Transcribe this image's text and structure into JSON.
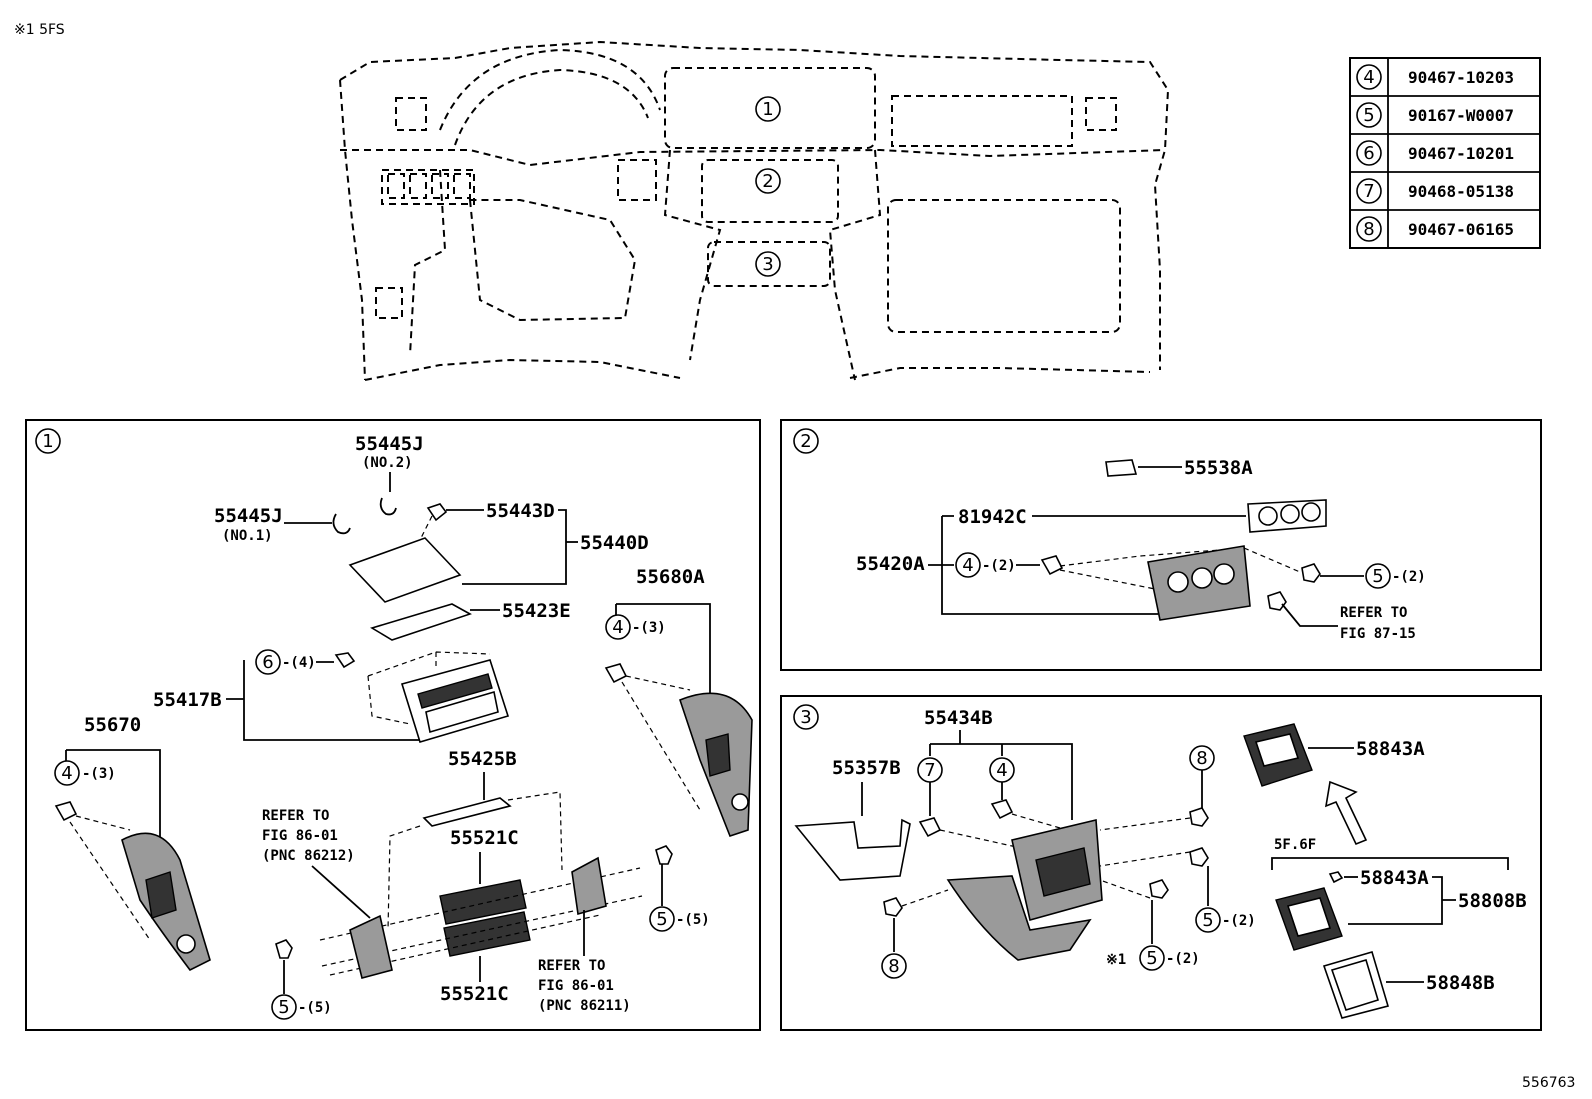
{
  "header": {
    "note": "※1 5FS",
    "doc_number": "556763"
  },
  "fastener_table": [
    {
      "ref": "4",
      "part": "90467-10203"
    },
    {
      "ref": "5",
      "part": "90167-W0007"
    },
    {
      "ref": "6",
      "part": "90467-10201"
    },
    {
      "ref": "7",
      "part": "90468-05138"
    },
    {
      "ref": "8",
      "part": "90467-06165"
    }
  ],
  "overview": {
    "callouts": [
      "1",
      "2",
      "3"
    ]
  },
  "section1": {
    "id": "1",
    "parts": {
      "p55445J_no2": "55445J",
      "no2": "(NO.2)",
      "p55445J_no1": "55445J",
      "no1": "(NO.1)",
      "p55443D": "55443D",
      "p55440D": "55440D",
      "p55423E": "55423E",
      "p55417B": "55417B",
      "p55680A": "55680A",
      "p55670": "55670",
      "p55425B": "55425B",
      "p55521C_top": "55521C",
      "p55521C_bot": "55521C"
    },
    "qty": {
      "q6_4": "-(4)",
      "q4_3a": "-(3)",
      "q4_3b": "-(3)",
      "q5_5a": "-(5)",
      "q5_5b": "-(5)"
    },
    "refs": {
      "r1_l1": "REFER TO",
      "r1_l2": "FIG 86-01",
      "r1_l3": "(PNC 86212)",
      "r2_l1": "REFER TO",
      "r2_l2": "FIG 86-01",
      "r2_l3": "(PNC 86211)"
    },
    "circles": {
      "c6": "6",
      "c4a": "4",
      "c4b": "4",
      "c5a": "5",
      "c5b": "5"
    }
  },
  "section2": {
    "id": "2",
    "parts": {
      "p55538A": "55538A",
      "p81942C": "81942C",
      "p55420A": "55420A"
    },
    "qty": {
      "q4_2": "-(2)",
      "q5_2": "-(2)"
    },
    "refs": {
      "l1": "REFER TO",
      "l2": "FIG 87-15"
    },
    "circles": {
      "c4": "4",
      "c5": "5"
    }
  },
  "section3": {
    "id": "3",
    "parts": {
      "p55434B": "55434B",
      "p55357B": "55357B",
      "p58843A_top": "58843A",
      "p58843A_mid": "58843A",
      "p58808B": "58808B",
      "p58848B": "58848B"
    },
    "variant": "5F.6F",
    "qty": {
      "q5_2a": "-(2)",
      "q5_2b": "-(2)"
    },
    "note_mark": "※1",
    "circles": {
      "c7": "7",
      "c4": "4",
      "c8a": "8",
      "c8b": "8",
      "c5a": "5",
      "c5b": "5"
    }
  }
}
